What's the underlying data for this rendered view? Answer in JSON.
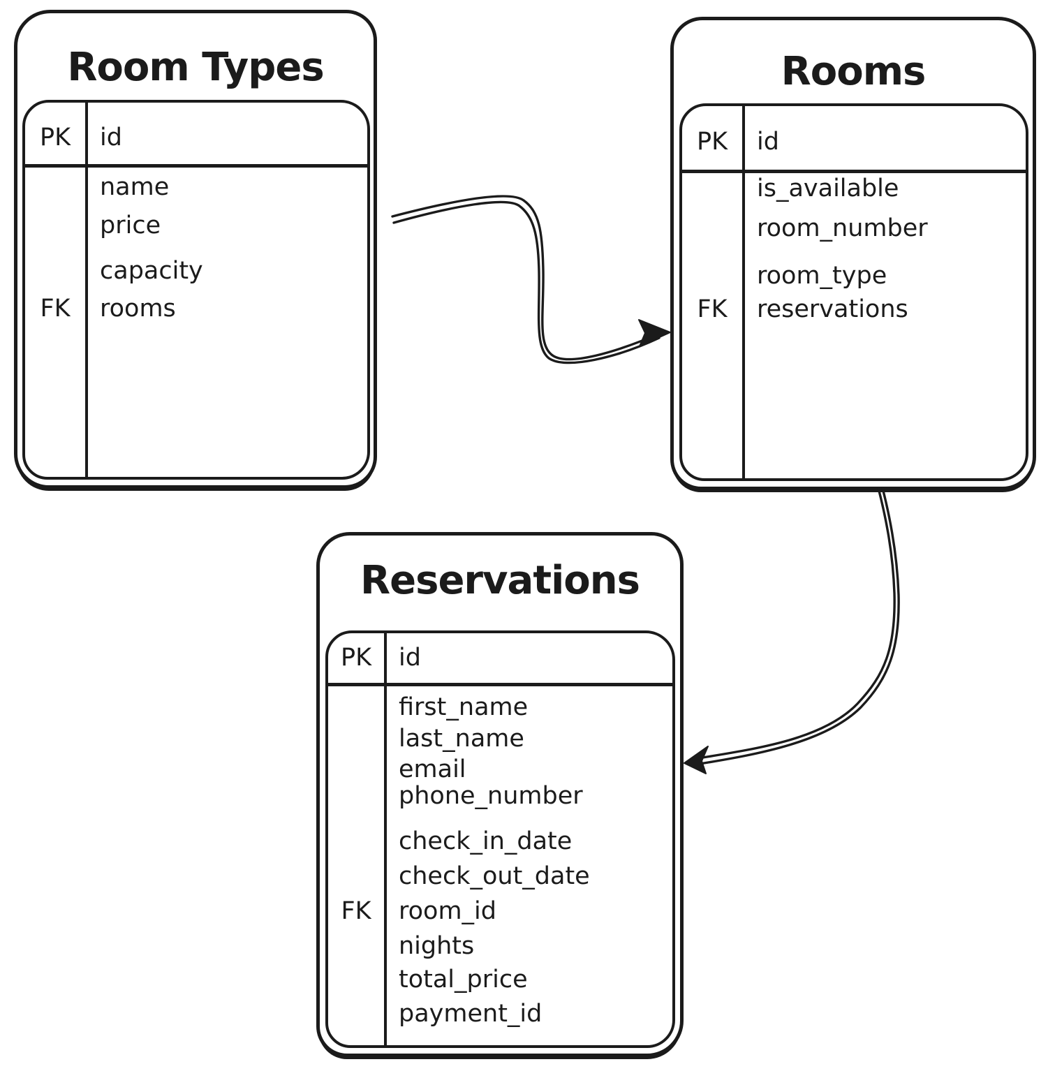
{
  "diagram": {
    "type": "entity-relationship",
    "style": "hand-drawn",
    "colors": {
      "ink": "#1b1b1b",
      "background": "#ffffff"
    },
    "tables": [
      {
        "name": "Room Types",
        "header": {
          "key": "PK",
          "field": "id"
        },
        "rows": [
          {
            "key": "",
            "field": "name"
          },
          {
            "key": "",
            "field": "price"
          },
          {
            "key": "",
            "field": "capacity"
          },
          {
            "key": "FK",
            "field": "rooms"
          }
        ]
      },
      {
        "name": "Rooms",
        "header": {
          "key": "PK",
          "field": "id"
        },
        "rows": [
          {
            "key": "",
            "field": "is_available"
          },
          {
            "key": "",
            "field": "room_number"
          },
          {
            "key": "",
            "field": "room_type"
          },
          {
            "key": "FK",
            "field": "reservations"
          }
        ]
      },
      {
        "name": "Reservations",
        "header": {
          "key": "PK",
          "field": "id"
        },
        "rows": [
          {
            "key": "",
            "field": "first_name"
          },
          {
            "key": "",
            "field": "last_name"
          },
          {
            "key": "",
            "field": "email"
          },
          {
            "key": "",
            "field": "phone_number"
          },
          {
            "key": "",
            "field": "check_in_date"
          },
          {
            "key": "",
            "field": "check_out_date"
          },
          {
            "key": "FK",
            "field": "room_id"
          },
          {
            "key": "",
            "field": "nights"
          },
          {
            "key": "",
            "field": "total_price"
          },
          {
            "key": "",
            "field": "payment_id"
          }
        ]
      }
    ],
    "relations": [
      {
        "from": "Room Types",
        "to": "Rooms"
      },
      {
        "from": "Rooms",
        "to": "Reservations"
      }
    ]
  }
}
